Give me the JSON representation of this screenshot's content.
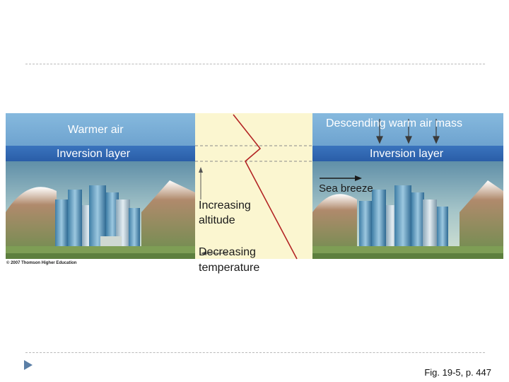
{
  "labels": {
    "warmer_air": "Warmer air",
    "inversion_left": "Inversion layer",
    "inversion_right": "Inversion layer",
    "descending": "Descending warm air mass",
    "sea_breeze": "Sea breeze",
    "increasing": "Increasing",
    "altitude": "altitude",
    "decreasing": "Decreasing",
    "temperature": "temperature"
  },
  "credit": "© 2007 Thomson Higher Education",
  "caption": "Fig. 19-5, p. 447",
  "colors": {
    "sky_band": "#7fb1d8",
    "inversion_band": "#2f68b3",
    "graph_bg": "#fbf6d0",
    "temperature_line": "#b32424",
    "bullet": "#5b7fa6"
  },
  "icons": [
    "triangle-bullet-icon",
    "down-arrow-icon",
    "right-arrow-icon",
    "up-arrow-icon",
    "left-arrow-icon"
  ]
}
